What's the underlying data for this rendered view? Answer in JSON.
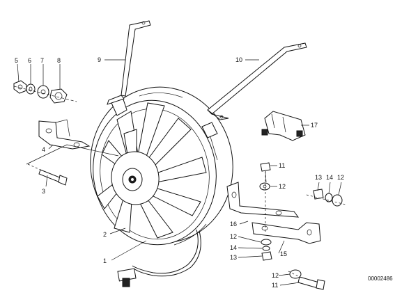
{
  "diagram": {
    "labels": {
      "p1": "1",
      "p2": "2",
      "p3": "3",
      "p4": "4",
      "p5": "5",
      "p6": "6",
      "p7": "7",
      "p8": "8",
      "p9": "9",
      "p10": "10",
      "p11a": "11",
      "p11b": "11",
      "p12a": "12",
      "p12b": "12",
      "p12c": "12",
      "p12d": "12",
      "p13a": "13",
      "p13b": "13",
      "p14a": "14",
      "p14b": "14",
      "p15": "15",
      "p16": "16",
      "p17": "17"
    },
    "reference": "00002486"
  }
}
